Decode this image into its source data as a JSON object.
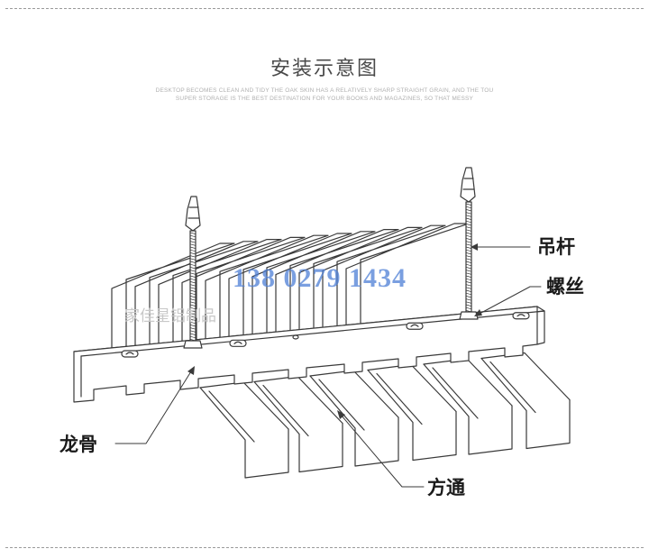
{
  "header": {
    "title": "安装示意图",
    "subtitle_line1": "DESKTOP BECOMES CLEAN AND TIDY THE OAK SKIN HAS A RELATIVELY SHARP STRAIGHT GRAIN, AND THE TOU",
    "subtitle_line2": "SUPER STORAGE IS THE BEST DESTINATION FOR YOUR BOOKS AND MAGAZINES, SO THAT MESSY"
  },
  "labels": {
    "hanging_rod": "吊杆",
    "screw": "螺丝",
    "keel": "龙骨",
    "square_tube": "方通"
  },
  "watermark": {
    "phone": "138 0279 1434",
    "store": "家佳星铝制品"
  },
  "colors": {
    "line": "#3a3a3a",
    "watermark_blue": "#4d7fd6",
    "watermark_grey": "#c8c8c8"
  }
}
